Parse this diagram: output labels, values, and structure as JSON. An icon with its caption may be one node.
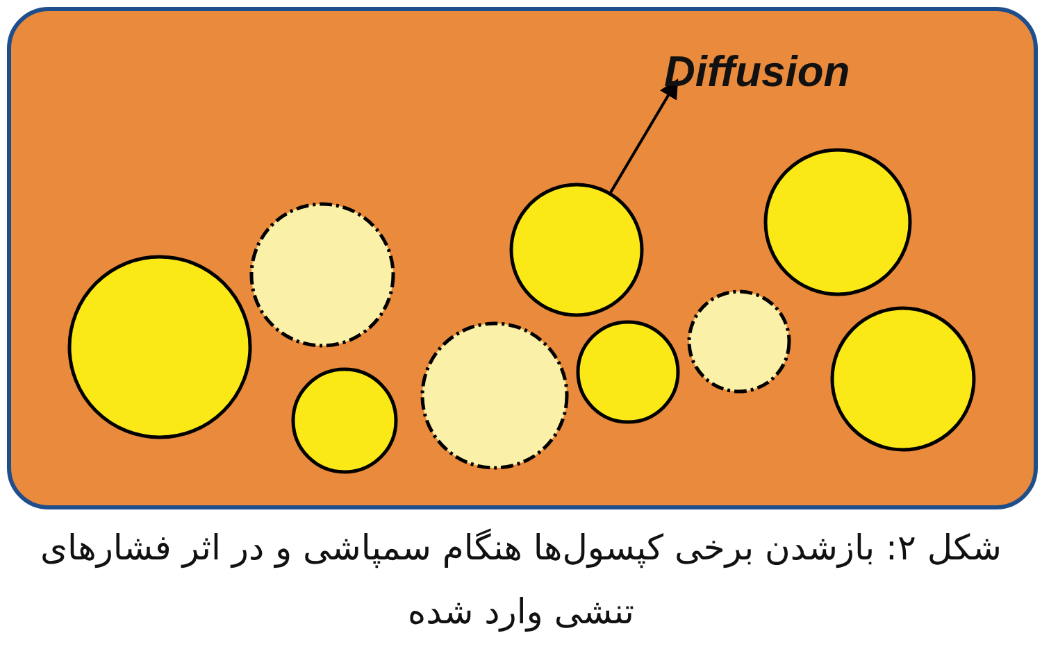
{
  "diagram": {
    "caption": "شکل ۲: بازشدن برخی کپسول‌ها هنگام سمپاشی و در اثر فشارهای تنشی وارد شده",
    "nodes": [
      {
        "text": [
          "Diffusion"
        ]
      },
      {
        "text": [],
        "shape": "circle"
      },
      {
        "text": [],
        "shape": "circle"
      },
      {
        "text": [],
        "shape": "circle"
      },
      {
        "text": [],
        "shape": "circle"
      },
      {
        "text": [],
        "shape": "circle"
      },
      {
        "text": [],
        "shape": "circle"
      },
      {
        "text": [],
        "shape": "circle"
      },
      {
        "text": [],
        "shape": "circle"
      },
      {
        "text": [],
        "shape": "circle"
      }
    ],
    "edges": [
      {
        "from": 5,
        "to": 0,
        "arrow": "to"
      }
    ]
  }
}
